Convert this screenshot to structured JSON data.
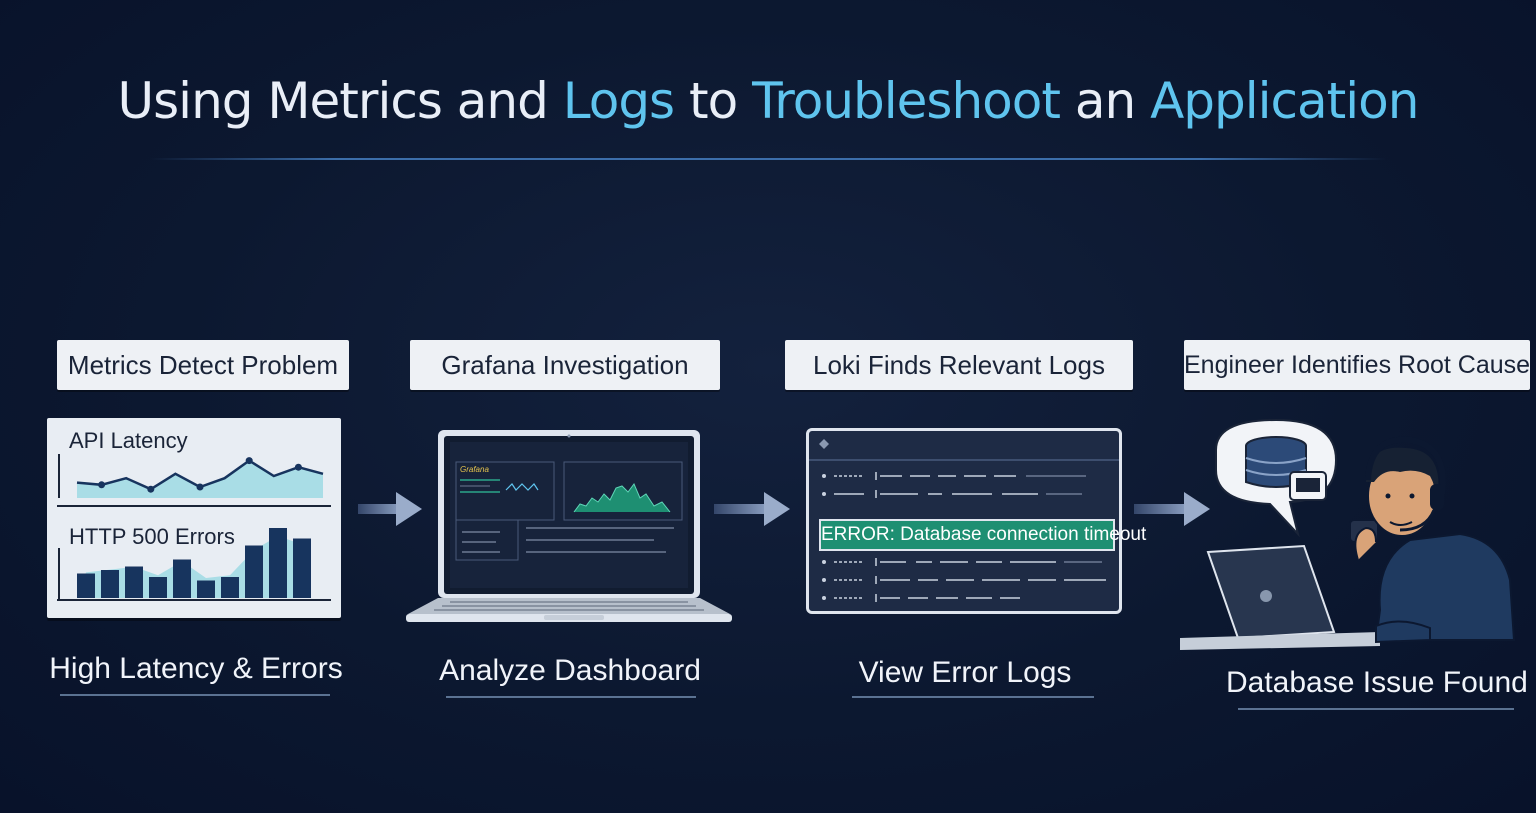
{
  "title": {
    "part1": "Using Metrics and ",
    "logs": "Logs",
    "part2": " to ",
    "troubleshoot": "Troubleshoot",
    "part3": " an ",
    "application": "Application"
  },
  "steps": [
    {
      "label": "Metrics Detect Problem",
      "caption": "High Latency & Errors"
    },
    {
      "label": "Grafana Investigation",
      "caption": "Analyze Dashboard"
    },
    {
      "label": "Loki Finds Relevant Logs",
      "caption": "View Error Logs"
    },
    {
      "label": "Engineer Identifies Root Cause",
      "caption": "Database Issue Found"
    }
  ],
  "metrics_card": {
    "latency_label": "API Latency",
    "errors_label": "HTTP 500 Errors",
    "latency_trend": [
      0.35,
      0.3,
      0.45,
      0.2,
      0.55,
      0.25,
      0.45,
      0.85,
      0.5,
      0.7,
      0.55
    ],
    "error_bars": [
      0.35,
      0.4,
      0.45,
      0.3,
      0.55,
      0.25,
      0.3,
      0.75,
      1.0,
      0.85
    ]
  },
  "laptop_screen": {
    "brand": "Grafana"
  },
  "log_window": {
    "error_text": "ERROR: Database connection timeout"
  },
  "colors": {
    "accent": "#5fc4ee",
    "background": "#0c1830",
    "panel_light": "#eef1f5",
    "error_green": "#1e8f72",
    "chart_teal": "#a9dde6",
    "chart_navy": "#17345e"
  }
}
